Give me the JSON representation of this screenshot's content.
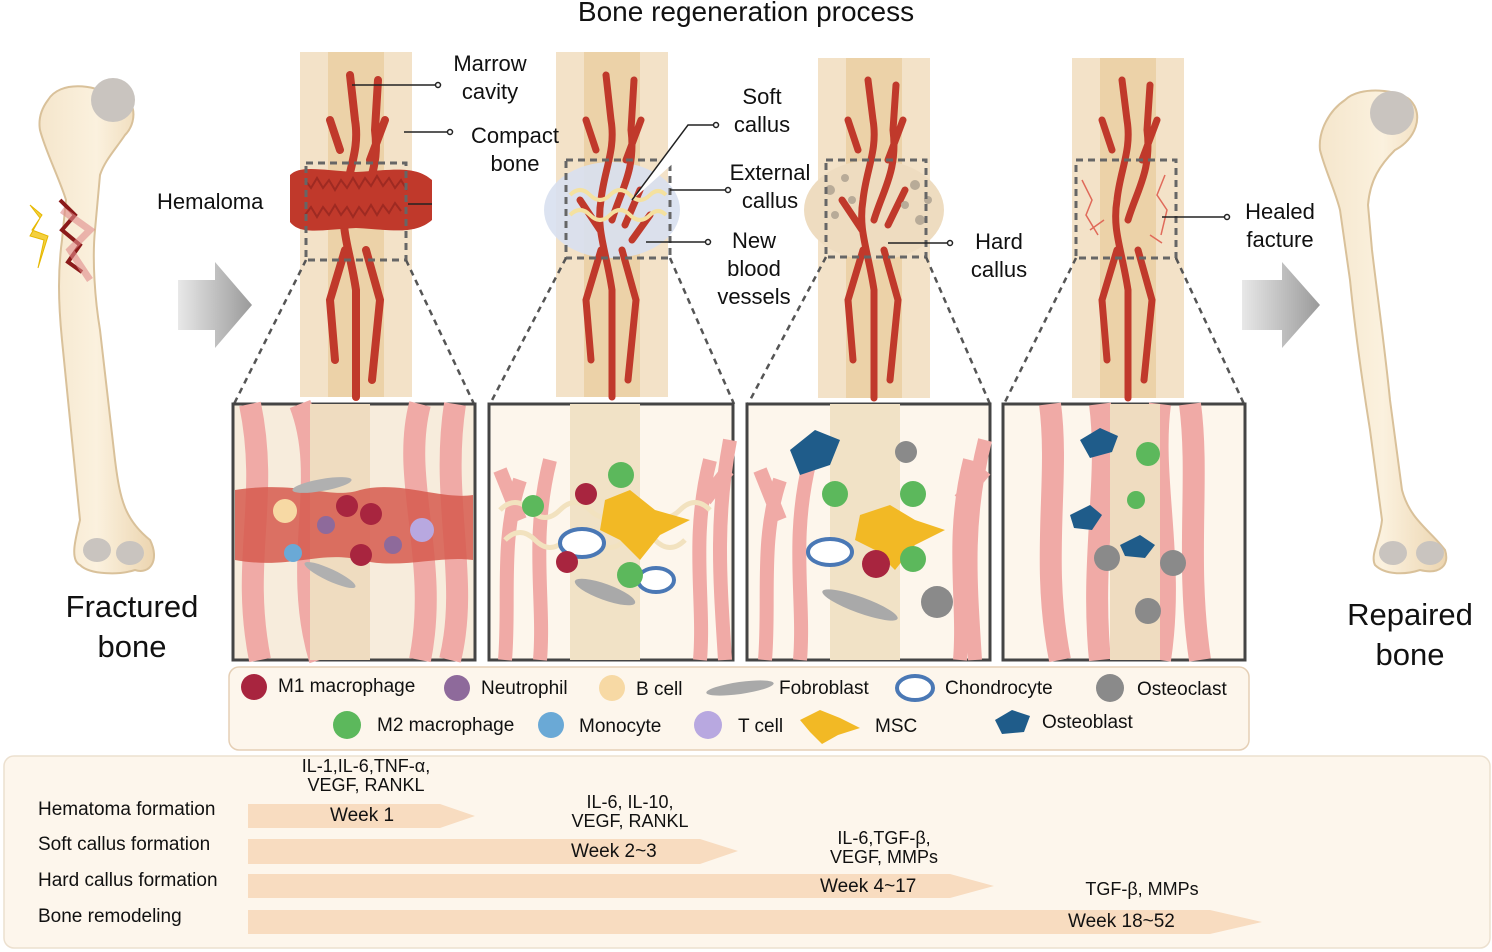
{
  "title": "Bone regeneration process",
  "stages": {
    "fractured": [
      "Fractured",
      "bone"
    ],
    "repaired": [
      "Repaired",
      "bone"
    ]
  },
  "labels": {
    "marrow": [
      "Marrow",
      "cavity"
    ],
    "compact": [
      "Compact",
      "bone"
    ],
    "hematoma": "Hemaloma",
    "soft_callus": [
      "Soft",
      "callus"
    ],
    "external_callus": [
      "External",
      "callus"
    ],
    "new_vessels": [
      "New",
      "blood",
      "vessels"
    ],
    "hard_callus": [
      "Hard",
      "callus"
    ],
    "healed": [
      "Healed",
      "facture"
    ]
  },
  "legend": {
    "row1": [
      "M1 macrophage",
      "Neutrophil",
      "B cell",
      "Fobroblast",
      "Chondrocyte",
      "Osteoclast"
    ],
    "row2": [
      "M2 macrophage",
      "Monocyte",
      "T cell",
      "MSC",
      "Osteoblast"
    ]
  },
  "timeline": {
    "phases": [
      {
        "name": "Hematoma formation",
        "week": "Week 1",
        "cytokines": [
          "IL-1,IL-6,TNF-α,",
          "VEGF, RANKL"
        ]
      },
      {
        "name": "Soft callus formation",
        "week": "Week 2~3",
        "cytokines": [
          "IL-6, IL-10,",
          "VEGF, RANKL"
        ]
      },
      {
        "name": "Hard callus formation",
        "week": "Week 4~17",
        "cytokines": [
          "IL-6,TGF-β,",
          "VEGF, MMPs"
        ]
      },
      {
        "name": "Bone remodeling",
        "week": "Week 18~52",
        "cytokines": [
          "TGF-β, MMPs"
        ]
      }
    ]
  },
  "colors": {
    "bone": "#f3e2c8",
    "vessel": "#c0392b",
    "vessel_light": "#f0a8a5",
    "m1": "#a8253f",
    "m2": "#5cb85c",
    "neutrophil": "#8e6a9b",
    "bcell": "#f7d9a4",
    "tcell": "#b8a8e0",
    "monocyte": "#6aa9d6",
    "fibroblast": "#a9a9a9",
    "chondrocyte": "#4a78b5",
    "osteoclast": "#8a8a8a",
    "osteoblast": "#1f5c8a",
    "msc": "#f2b925",
    "arrow_bar": "#f8dcc0"
  }
}
